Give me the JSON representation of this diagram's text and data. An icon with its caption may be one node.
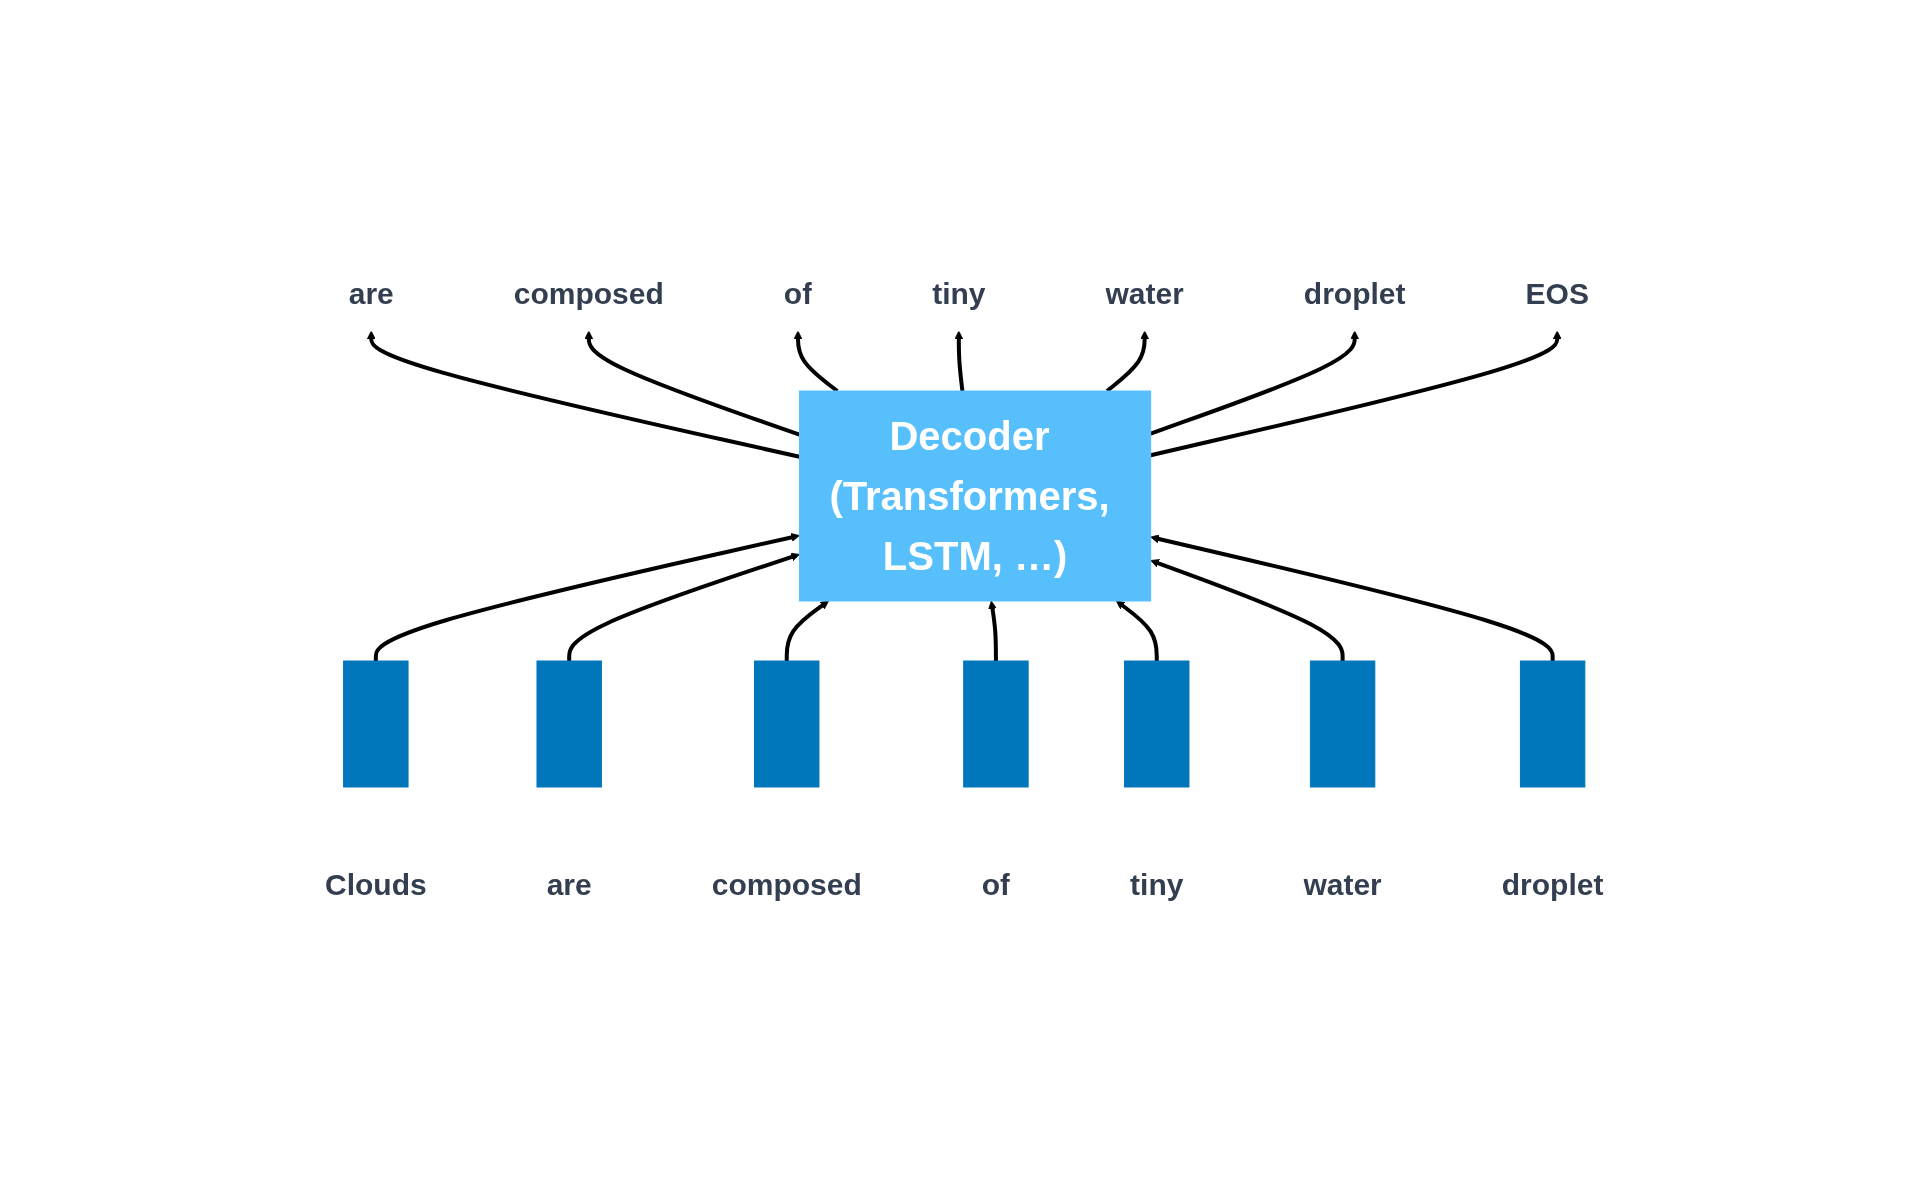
{
  "diagram": {
    "nodes": [
      {
        "text": [
          "are"
        ]
      },
      {
        "text": [
          "composed"
        ]
      },
      {
        "text": [
          "of"
        ]
      },
      {
        "text": [
          "tiny"
        ]
      },
      {
        "text": [
          "water"
        ]
      },
      {
        "text": [
          "droplet"
        ]
      },
      {
        "text": [
          "EOS"
        ]
      },
      {
        "text": [
          "Decoder (Transformers, LSTM, …)"
        ]
      },
      {
        "text": [],
        "shape": "bar",
        "beside": [
          "Clouds"
        ]
      },
      {
        "text": [],
        "shape": "bar",
        "beside": [
          "are"
        ]
      },
      {
        "text": [],
        "shape": "bar",
        "beside": [
          "composed"
        ]
      },
      {
        "text": [],
        "shape": "bar",
        "beside": [
          "of"
        ]
      },
      {
        "text": [],
        "shape": "bar",
        "beside": [
          "tiny"
        ]
      },
      {
        "text": [],
        "shape": "bar",
        "beside": [
          "water"
        ]
      },
      {
        "text": [],
        "shape": "bar",
        "beside": [
          "droplet"
        ]
      }
    ],
    "edges": [
      {
        "from": 7,
        "to": 0,
        "arrow": "to"
      },
      {
        "from": 7,
        "to": 1,
        "arrow": "to"
      },
      {
        "from": 7,
        "to": 2,
        "arrow": "to"
      },
      {
        "from": 7,
        "to": 3,
        "arrow": "to"
      },
      {
        "from": 7,
        "to": 4,
        "arrow": "to"
      },
      {
        "from": 7,
        "to": 5,
        "arrow": "to"
      },
      {
        "from": 7,
        "to": 6,
        "arrow": "to"
      },
      {
        "from": 8,
        "to": 7,
        "arrow": "to"
      },
      {
        "from": 9,
        "to": 7,
        "arrow": "to"
      },
      {
        "from": 10,
        "to": 7,
        "arrow": "to"
      },
      {
        "from": 11,
        "to": 7,
        "arrow": "to"
      },
      {
        "from": 12,
        "to": 7,
        "arrow": "to"
      },
      {
        "from": 13,
        "to": 7,
        "arrow": "to"
      },
      {
        "from": 14,
        "to": 7,
        "arrow": "to"
      }
    ]
  }
}
